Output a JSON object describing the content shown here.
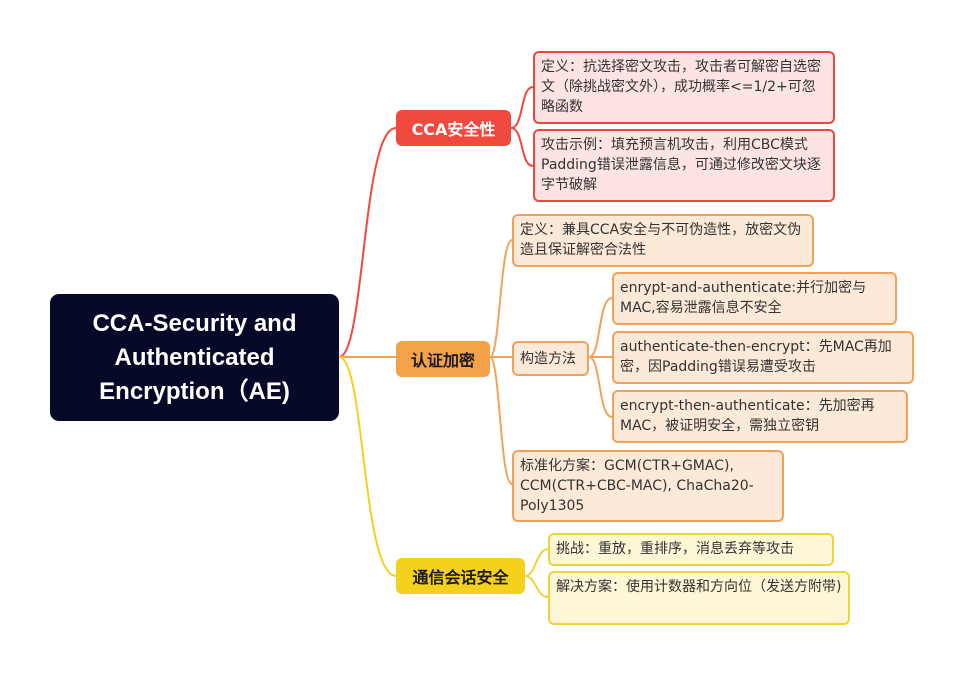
{
  "root": {
    "title": "CCA-Security and Authenticated Encryption（AE)"
  },
  "colors": {
    "root": "#060a28",
    "red": "#f0493e",
    "orange": "#f4a24a",
    "yellow": "#f3d11c"
  },
  "branches": [
    {
      "label": "CCA安全性",
      "children": [
        "定义：抗选择密文攻击，攻击者可解密自选密文（除挑战密文外），成功概率<=1/2+可忽略函数",
        "攻击示例：填充预言机攻击，利用CBC模式Padding错误泄露信息，可通过修改密文块逐字节破解"
      ]
    },
    {
      "label": "认证加密",
      "definition": "定义：兼具CCA安全与不可伪造性，放密文伪造且保证解密合法性",
      "construction": {
        "label": "构造方法",
        "children": [
          "enrypt-and-authenticate:并行加密与MAC,容易泄露信息不安全",
          "authenticate-then-encrypt：先MAC再加密，因Padding错误易遭受攻击",
          "encrypt-then-authenticate：先加密再MAC，被证明安全，需独立密钥"
        ]
      },
      "standards": "标准化方案：GCM(CTR+GMAC), CCM(CTR+CBC-MAC), ChaCha20-Poly1305"
    },
    {
      "label": "通信会话安全",
      "children": [
        "挑战：重放，重排序，消息丢弃等攻击",
        "解决方案：使用计数器和方向位（发送方附带)"
      ]
    }
  ]
}
